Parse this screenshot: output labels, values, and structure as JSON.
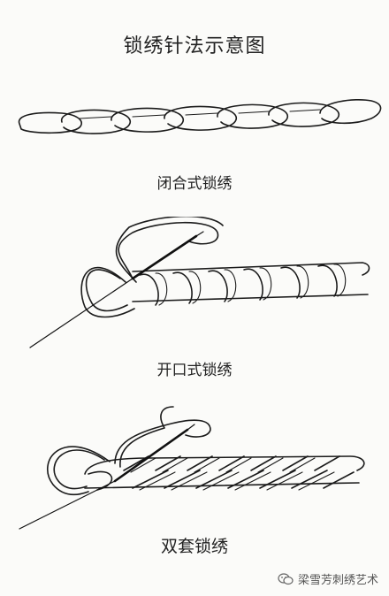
{
  "title": "锁绣针法示意图",
  "stitches": [
    {
      "label": "闭合式锁绣"
    },
    {
      "label": "开口式锁绣"
    },
    {
      "label": "双套锁绣"
    }
  ],
  "watermark": {
    "text": "梁雪芳刺绣艺术",
    "icon": "wechat-icon"
  }
}
